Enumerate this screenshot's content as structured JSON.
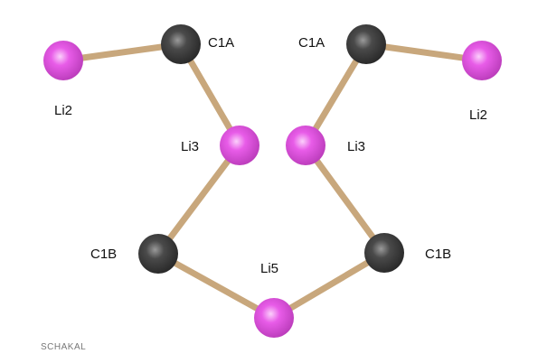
{
  "colors": {
    "carbon": "#4a4a4a",
    "lithium": "#e060e0",
    "bond": "#c8a77c"
  },
  "atoms": [
    {
      "id": "li2_left",
      "element": "Li",
      "label": "Li2"
    },
    {
      "id": "c1a_left",
      "element": "C",
      "label": "C1A"
    },
    {
      "id": "li3_left",
      "element": "Li",
      "label": "Li3"
    },
    {
      "id": "c1b_left",
      "element": "C",
      "label": "C1B"
    },
    {
      "id": "li5",
      "element": "Li",
      "label": "Li5"
    },
    {
      "id": "c1b_right",
      "element": "C",
      "label": "C1B"
    },
    {
      "id": "li3_right",
      "element": "Li",
      "label": "Li3"
    },
    {
      "id": "c1a_right",
      "element": "C",
      "label": "C1A"
    },
    {
      "id": "li2_right",
      "element": "Li",
      "label": "Li2"
    }
  ],
  "bonds": [
    [
      "li2_left",
      "c1a_left"
    ],
    [
      "c1a_left",
      "li3_left"
    ],
    [
      "li3_left",
      "c1b_left"
    ],
    [
      "c1b_left",
      "li5"
    ],
    [
      "li5",
      "c1b_right"
    ],
    [
      "c1b_right",
      "li3_right"
    ],
    [
      "li3_right",
      "c1a_right"
    ],
    [
      "c1a_right",
      "li2_right"
    ]
  ],
  "watermark": "SCHAKAL"
}
